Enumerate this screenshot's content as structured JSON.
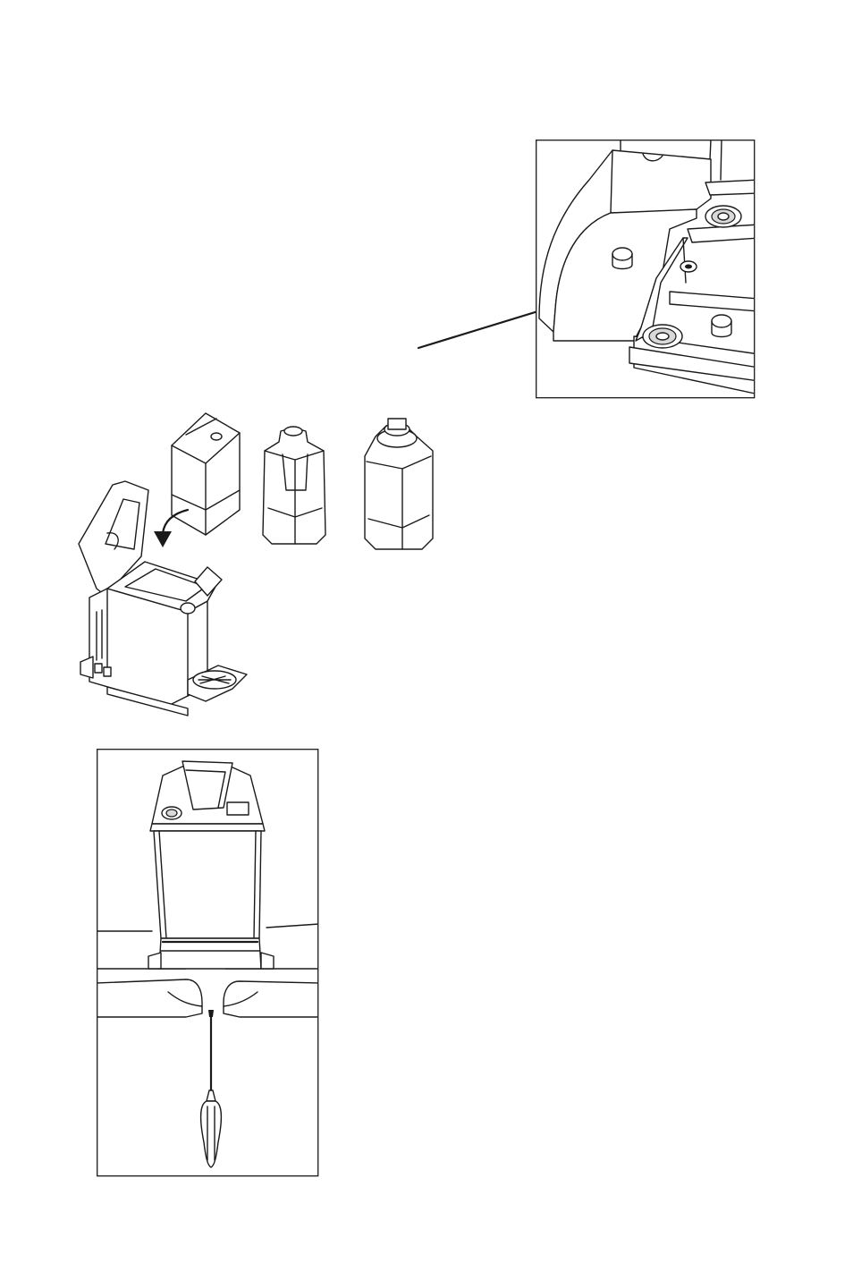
{
  "page": {
    "figures": [
      {
        "id": "fig-detail",
        "description_icon": "machine-base-detail"
      },
      {
        "id": "fig-cartons",
        "description_icon": "dispenser-with-containers"
      },
      {
        "id": "fig-screwdriver",
        "description_icon": "dispenser-front-with-screwdriver"
      }
    ]
  }
}
